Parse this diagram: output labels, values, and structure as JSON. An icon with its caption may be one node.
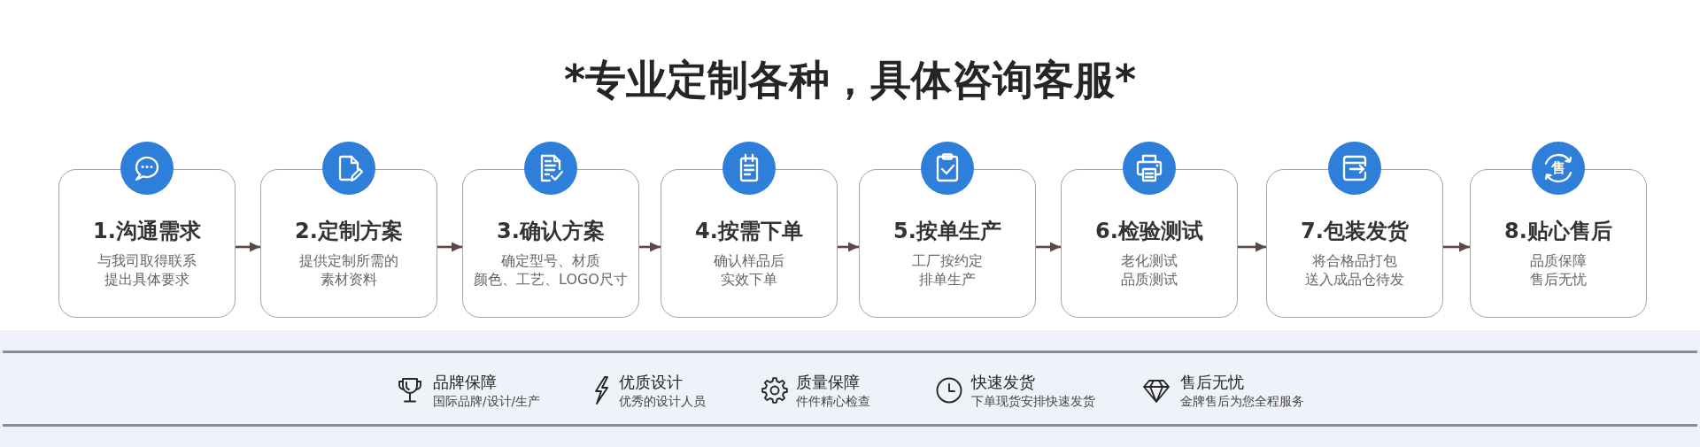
{
  "diagram": {
    "title": "*专业定制各种，具体咨询客服*",
    "nodes": [
      {
        "text": [
          "1.沟通需求",
          "与我司取得联系提出具体要求"
        ]
      },
      {
        "text": [
          "2.定制方案",
          "提供定制所需的素材资料"
        ]
      },
      {
        "text": [
          "3.确认方案",
          "确定型号、材质颜色、工艺、LOGO尺寸"
        ]
      },
      {
        "text": [
          "4.按需下单",
          "确认样品后实效下单"
        ]
      },
      {
        "text": [
          "5.按单生产",
          "工厂按约定排单生产"
        ]
      },
      {
        "text": [
          "6.检验测试",
          "老化测试品质测试"
        ]
      },
      {
        "text": [
          "7.包装发货",
          "将合格品打包送入成品仓待发"
        ]
      },
      {
        "text": [
          "8.贴心售后",
          "品质保障售后无忧"
        ]
      }
    ],
    "edges": [
      {
        "from": 0,
        "to": 1,
        "arrow": "to"
      },
      {
        "from": 1,
        "to": 2,
        "arrow": "to"
      },
      {
        "from": 2,
        "to": 3,
        "arrow": "to"
      },
      {
        "from": 3,
        "to": 4,
        "arrow": "to"
      },
      {
        "from": 4,
        "to": 5,
        "arrow": "to"
      },
      {
        "from": 5,
        "to": 6,
        "arrow": "to"
      },
      {
        "from": 6,
        "to": 7,
        "arrow": "to"
      }
    ],
    "labels": [
      "售",
      "品牌保障",
      "国际品牌/设计/生产",
      "优质设计",
      "优秀的设计人员",
      "质量保障",
      "件件精心检查",
      "快速发货",
      "下单现货安排快速发货",
      "售后无忧",
      "金牌售后为您全程服务"
    ]
  }
}
